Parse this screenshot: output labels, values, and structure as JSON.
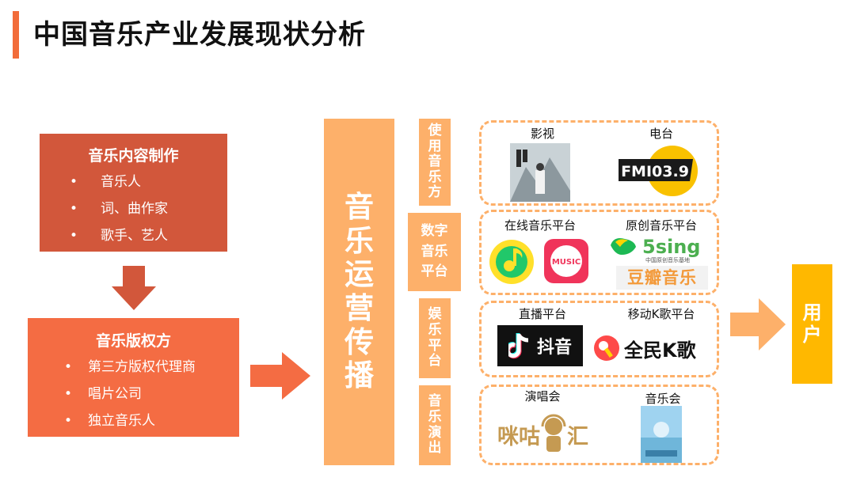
{
  "title": "中国音乐产业发展现状分析",
  "content_box": {
    "heading": "音乐内容制作",
    "bullet_char": "•",
    "items": [
      "音乐人",
      "词、曲作家",
      "歌手、艺人"
    ]
  },
  "rights_box": {
    "heading": "音乐版权方",
    "bullet_char": "•",
    "items": [
      "第三方版权代理商",
      "唱片公司",
      "独立音乐人"
    ]
  },
  "center_column": [
    "音",
    "乐",
    "运",
    "营",
    "传",
    "播"
  ],
  "categories": [
    [
      "使",
      "用",
      "音",
      "乐",
      "方"
    ],
    [
      "数字",
      "音乐",
      "平台"
    ],
    [
      "娱",
      "乐",
      "平",
      "台"
    ],
    [
      "音",
      "乐",
      "演",
      "出"
    ]
  ],
  "platforms": {
    "row1": {
      "left_label": "影视",
      "right_label": "电台",
      "radio_logo": "FMI03.9"
    },
    "row2": {
      "left_label": "在线音乐平台",
      "right_label": "原创音乐平台",
      "music_app": "MUSIC",
      "fivesing": "5sing",
      "fivesing_sub": "中国原创音乐基地",
      "douban": "豆瓣音乐"
    },
    "row3": {
      "left_label": "直播平台",
      "right_label": "移动K歌平台",
      "douyin": "抖音",
      "kge": "全民K歌"
    },
    "row4": {
      "left_label": "演唱会",
      "right_label": "音乐会",
      "migu_left": "咪咕",
      "migu_right": "汇"
    }
  },
  "user_column": [
    "用",
    "户"
  ],
  "colors": {
    "accent": "#F26C3A",
    "dark_box": "#D2573B",
    "light_box": "#F46C43",
    "column": "#FDB06A",
    "user": "#FFB800"
  }
}
